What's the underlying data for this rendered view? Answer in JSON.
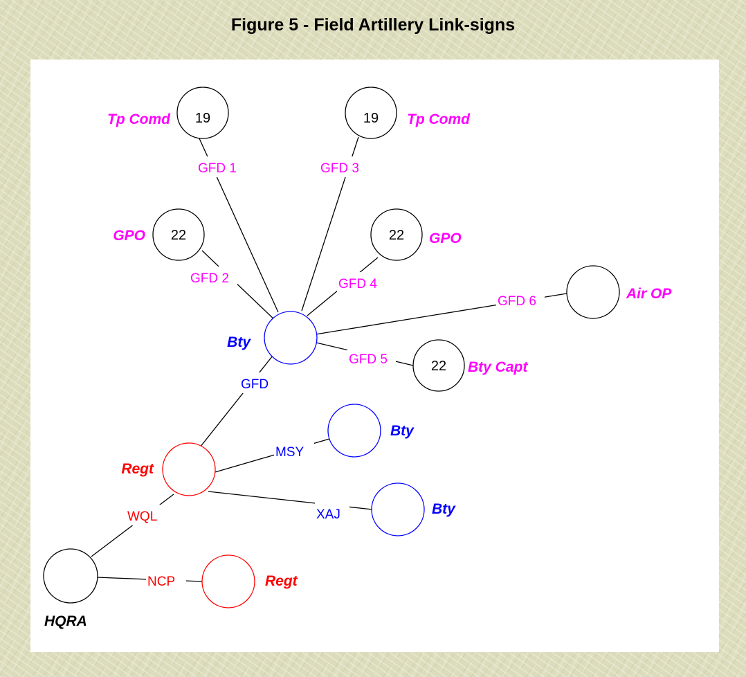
{
  "title": "Figure 5 - Field Artillery Link-signs",
  "colors": {
    "black": "#000000",
    "blue": "#0000ff",
    "red": "#ff0000",
    "magenta": "#ff00ff"
  },
  "nodes": {
    "tp_comd_1": {
      "number": "19",
      "label": "Tp Comd",
      "circle_color": "black",
      "label_color": "magenta"
    },
    "tp_comd_2": {
      "number": "19",
      "label": "Tp Comd",
      "circle_color": "black",
      "label_color": "magenta"
    },
    "gpo_1": {
      "number": "22",
      "label": "GPO",
      "circle_color": "black",
      "label_color": "magenta"
    },
    "gpo_2": {
      "number": "22",
      "label": "GPO",
      "circle_color": "black",
      "label_color": "magenta"
    },
    "air_op": {
      "number": "",
      "label": "Air OP",
      "circle_color": "black",
      "label_color": "magenta"
    },
    "bty_capt": {
      "number": "22",
      "label": "Bty Capt",
      "circle_color": "black",
      "label_color": "magenta"
    },
    "bty_main": {
      "number": "",
      "label": "Bty",
      "circle_color": "blue",
      "label_color": "blue"
    },
    "regt_main": {
      "number": "",
      "label": "Regt",
      "circle_color": "red",
      "label_color": "red"
    },
    "bty_msy": {
      "number": "",
      "label": "Bty",
      "circle_color": "blue",
      "label_color": "blue"
    },
    "bty_xaj": {
      "number": "",
      "label": "Bty",
      "circle_color": "blue",
      "label_color": "blue"
    },
    "hqra": {
      "number": "",
      "label": "HQRA",
      "circle_color": "black",
      "label_color": "black"
    },
    "regt_ncp": {
      "number": "",
      "label": "Regt",
      "circle_color": "red",
      "label_color": "red"
    }
  },
  "links": {
    "gfd1": {
      "label": "GFD 1",
      "color": "magenta"
    },
    "gfd2": {
      "label": "GFD 2",
      "color": "magenta"
    },
    "gfd3": {
      "label": "GFD 3",
      "color": "magenta"
    },
    "gfd4": {
      "label": "GFD 4",
      "color": "magenta"
    },
    "gfd5": {
      "label": "GFD 5",
      "color": "magenta"
    },
    "gfd6": {
      "label": "GFD 6",
      "color": "magenta"
    },
    "gfd": {
      "label": "GFD",
      "color": "blue"
    },
    "msy": {
      "label": "MSY",
      "color": "blue"
    },
    "xaj": {
      "label": "XAJ",
      "color": "blue"
    },
    "wql": {
      "label": "WQL",
      "color": "red"
    },
    "ncp": {
      "label": "NCP",
      "color": "red"
    }
  }
}
